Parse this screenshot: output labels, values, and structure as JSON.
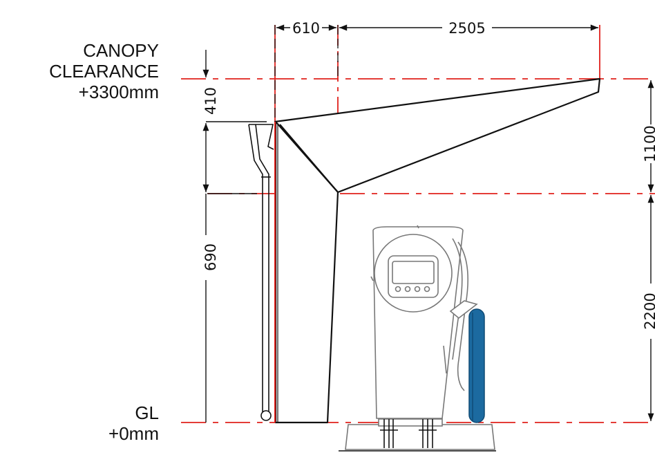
{
  "labels": {
    "canopy_line1": "CANOPY",
    "canopy_line2": "CLEARANCE",
    "canopy_value": "+3300mm",
    "gl_line1": "GL",
    "gl_value": "+0mm"
  },
  "dimensions": {
    "overhang": "610",
    "canopy_length": "2505",
    "canopy_rise": "410",
    "canopy_height": "1100",
    "fascia_height": "690",
    "charger_zone": "2200"
  },
  "colors": {
    "construction_line": "#e0201b",
    "outline": "#111111",
    "charger": "#777777",
    "bollard": "#1c6aa0",
    "bollard_dark": "#0f4a74"
  }
}
